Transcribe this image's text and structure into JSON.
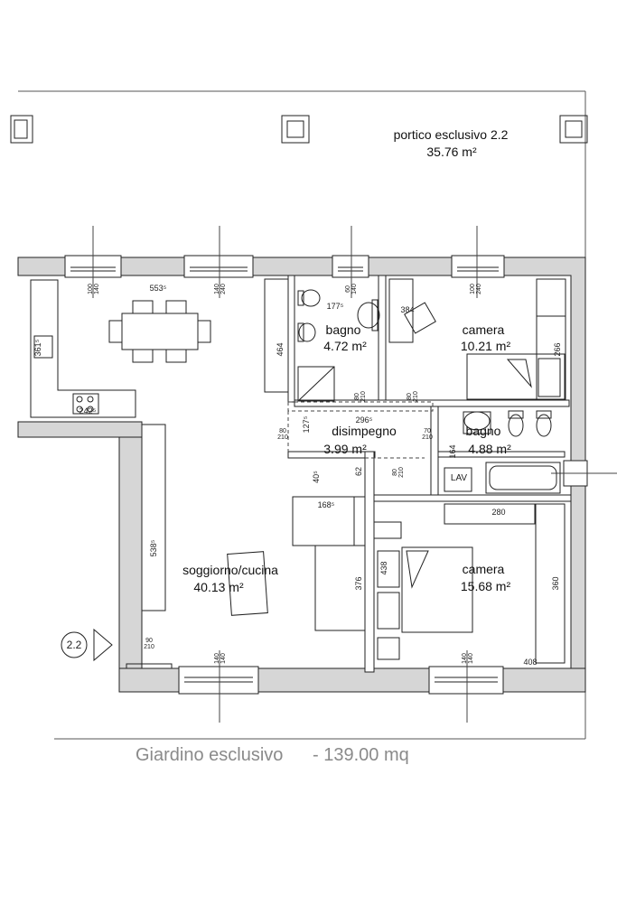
{
  "plan": {
    "portico": {
      "name": "portico esclusivo 2.2",
      "area": "35.76 m²"
    },
    "rooms": [
      {
        "id": "bagno-1",
        "name": "bagno",
        "area": "4.72 m²"
      },
      {
        "id": "camera-1",
        "name": "camera",
        "area": "10.21 m²"
      },
      {
        "id": "disimpegno",
        "name": "disimpegno",
        "area": "3.99 m²"
      },
      {
        "id": "bagno-2",
        "name": "bagno",
        "area": "4.88 m²"
      },
      {
        "id": "soggiorno",
        "name": "soggiorno/cucina",
        "area": "40.13 m²"
      },
      {
        "id": "camera-2",
        "name": "camera",
        "area": "15.68 m²"
      }
    ],
    "dimensions": {
      "d553": "553⁵",
      "d177": "177⁵",
      "d384": "384",
      "d296": "296⁵",
      "d168": "168⁵",
      "d280": "280",
      "d408": "408",
      "d242": "242⁵",
      "v361": "361⁵",
      "v464": "464",
      "v266": "266",
      "v127": "127⁵",
      "v164": "164",
      "v62": "62",
      "v40": "40⁵",
      "v538": "538⁵",
      "v376": "376",
      "v438": "438",
      "v360": "360"
    },
    "openings": {
      "w1": [
        "100",
        "140"
      ],
      "w2": [
        "140",
        "240"
      ],
      "w3": [
        "60",
        "140"
      ],
      "w4": [
        "100",
        "240"
      ],
      "w5": [
        "140",
        "140"
      ],
      "w6": [
        "140",
        "140"
      ],
      "d1": [
        "80",
        "210"
      ],
      "d2": [
        "80",
        "210"
      ],
      "d3": [
        "80",
        "210"
      ],
      "d4": [
        "70",
        "210"
      ],
      "d5": [
        "80",
        "210"
      ],
      "entrance": [
        "90",
        "210"
      ]
    },
    "lav_label": "LAV",
    "entrance_marker": "2.2"
  },
  "footer": {
    "garden": "Giardino esclusivo",
    "area": "- 139.00 mq"
  }
}
